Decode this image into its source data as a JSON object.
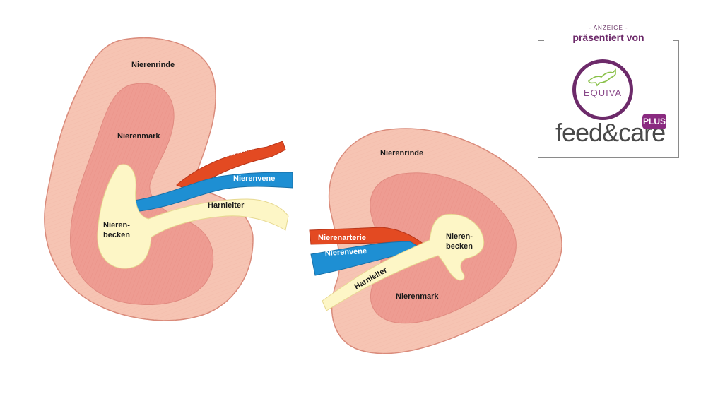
{
  "diagram": {
    "left_kidney": {
      "cortex_label": "Nierenrinde",
      "medulla_label": "Nierenmark",
      "artery_label": "Nierenarterie",
      "vein_label": "Nierenvene",
      "ureter_label": "Harnleiter",
      "pelvis_label_line1": "Nieren-",
      "pelvis_label_line2": "becken"
    },
    "right_kidney": {
      "cortex_label": "Nierenrinde",
      "medulla_label": "Nierenmark",
      "artery_label": "Nierenarterie",
      "vein_label": "Nierenvene",
      "ureter_label": "Harnleiter",
      "pelvis_label_line1": "Nieren-",
      "pelvis_label_line2": "becken"
    }
  },
  "ad": {
    "tag": "- ANZEIGE -",
    "presented_by": "präsentiert von",
    "brand1": "EQUIVA",
    "brand2": "feed&care",
    "brand2_badge": "PLUS"
  },
  "colors": {
    "cortex": "#f6c4b3",
    "medulla": "#ee9c92",
    "pelvis": "#fdf6c6",
    "artery": "#e34a22",
    "vein": "#1e8fd3",
    "brand_purple": "#6d2a6a"
  }
}
